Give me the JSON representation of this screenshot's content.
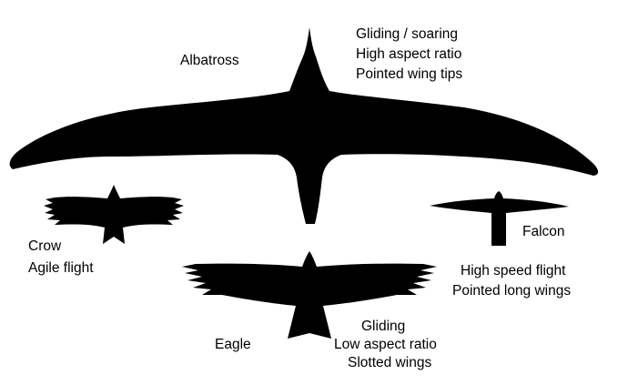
{
  "birds": {
    "albatross": {
      "name": "Albatross",
      "notes": [
        "Gliding / soaring",
        "High aspect ratio",
        "Pointed wing tips"
      ]
    },
    "crow": {
      "name": "Crow",
      "notes": [
        "Agile flight"
      ]
    },
    "falcon": {
      "name": "Falcon",
      "notes": [
        "High speed flight",
        "Pointed long wings"
      ]
    },
    "eagle": {
      "name": "Eagle",
      "notes": [
        "Gliding",
        "Low aspect ratio",
        "Slotted wings"
      ]
    }
  },
  "colors": {
    "silhouette": "#000000",
    "background": "#ffffff",
    "text": "#000000"
  }
}
